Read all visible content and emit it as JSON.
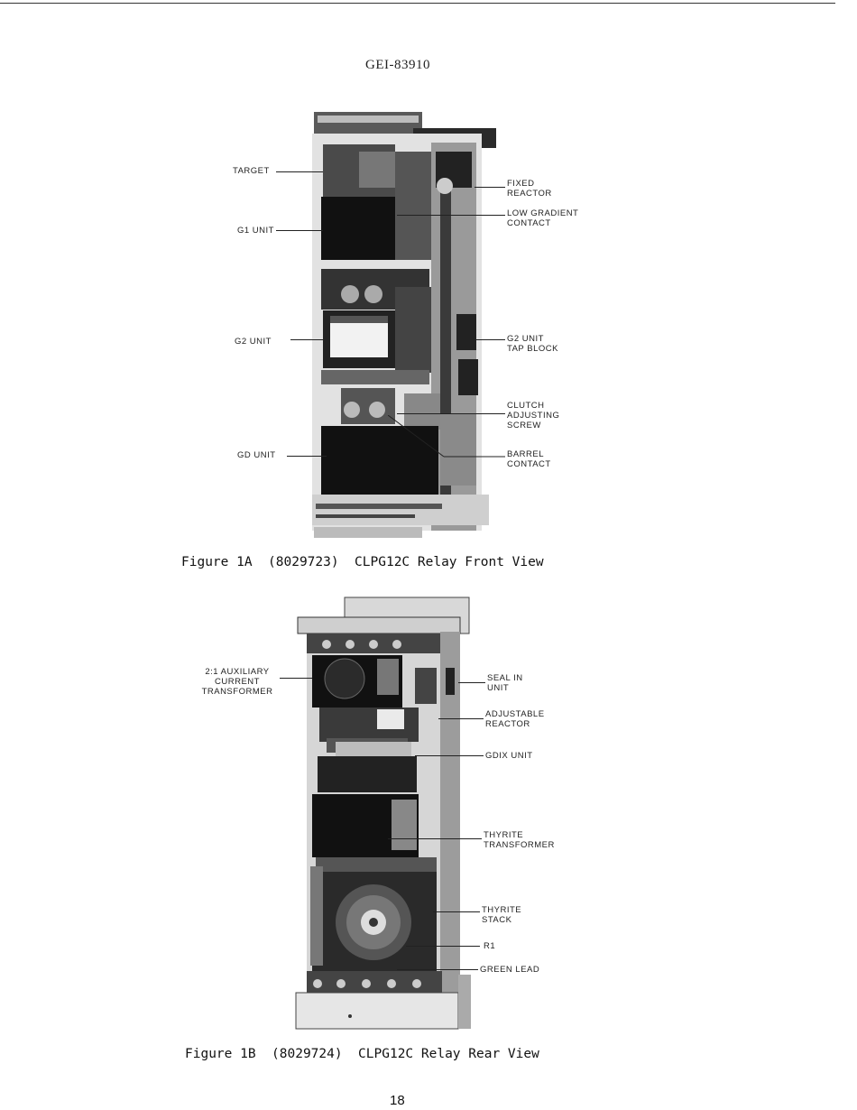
{
  "header": {
    "doc_number": "GEI-83910"
  },
  "figure_1a": {
    "caption": "Figure 1A  (8029723)  CLPG12C Relay Front View",
    "labels_left": {
      "target": "TARGET",
      "g1_unit": "G1 UNIT",
      "g2_unit": "G2 UNIT",
      "gd_unit": "GD UNIT"
    },
    "labels_right": {
      "fixed_reactor": [
        "FIXED",
        "REACTOR"
      ],
      "low_gradient_contact": [
        "LOW GRADIENT",
        "CONTACT"
      ],
      "g2_unit_tap_block": [
        "G2 UNIT",
        "TAP BLOCK"
      ],
      "clutch_adjusting_screw": [
        "CLUTCH",
        "ADJUSTING",
        "SCREW"
      ],
      "barrel_contact": [
        "BARREL",
        "CONTACT"
      ]
    }
  },
  "figure_1b": {
    "caption": "Figure 1B  (8029724)  CLPG12C Relay Rear View",
    "labels_left": {
      "aux_ct": [
        "2:1 AUXILIARY",
        "CURRENT",
        "TRANSFORMER"
      ]
    },
    "labels_right": {
      "seal_in_unit": [
        "SEAL IN",
        "UNIT"
      ],
      "adjustable_reactor": [
        "ADJUSTABLE",
        "REACTOR"
      ],
      "gdix_unit": "GDIX UNIT",
      "thyrite_transformer": [
        "THYRITE",
        "TRANSFORMER"
      ],
      "thyrite_stack": [
        "THYRITE",
        "STACK"
      ],
      "r1": "R1",
      "green_lead": "GREEN LEAD"
    }
  },
  "footer": {
    "page_number": "18"
  }
}
